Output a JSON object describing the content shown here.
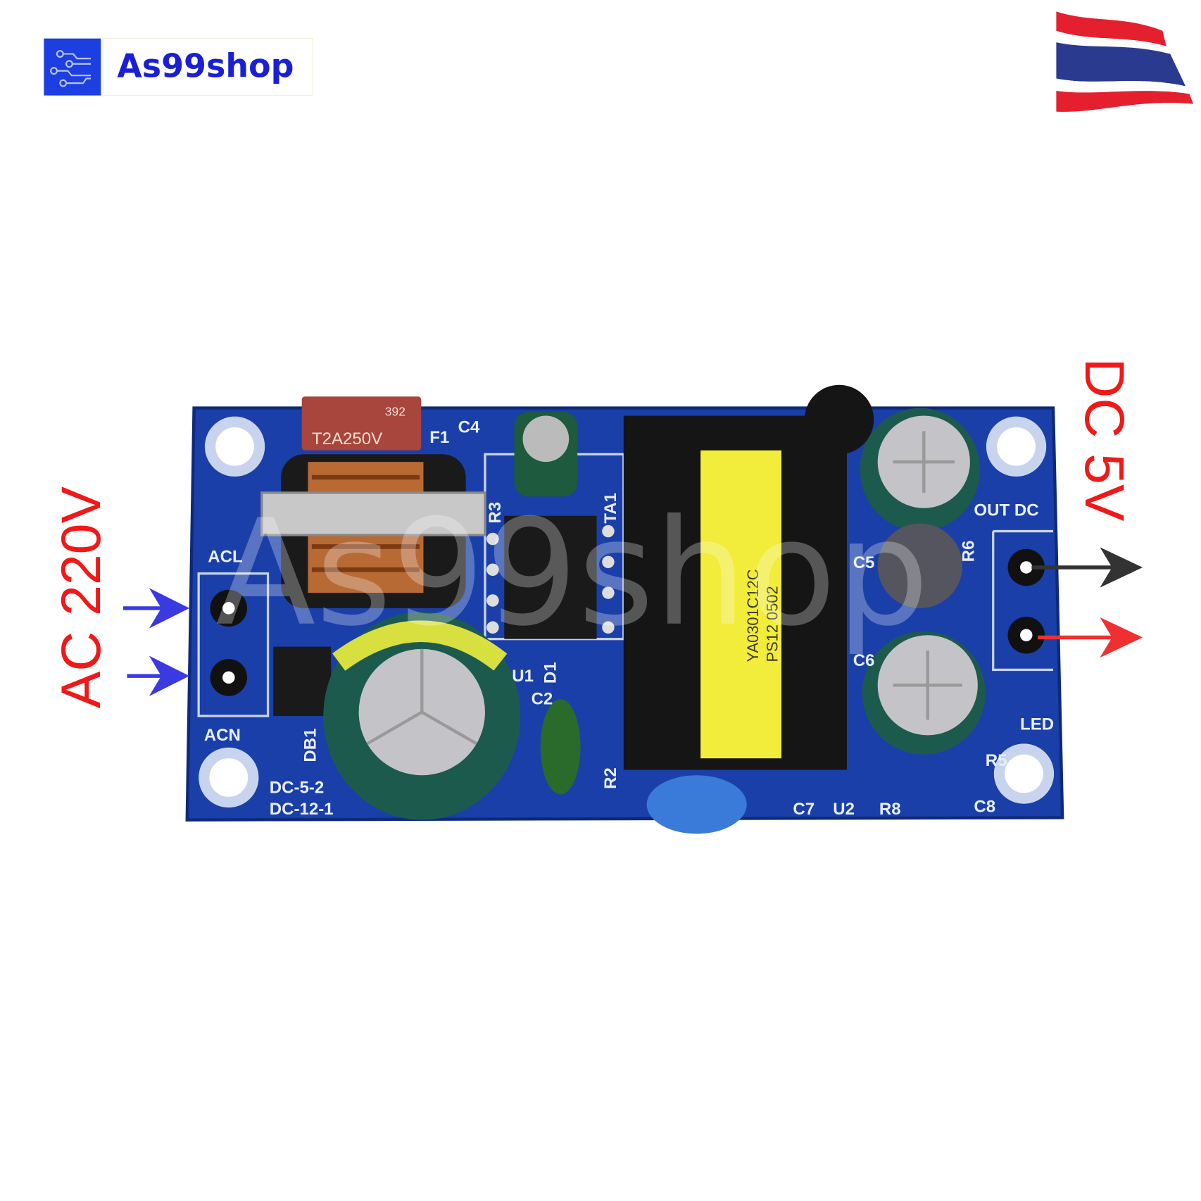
{
  "logo": {
    "text": "As99shop",
    "icon": "circuit-traces-icon",
    "brand_color": "#1a1fd6"
  },
  "flag": {
    "name": "thailand-flag",
    "colors": [
      "#e4202f",
      "#ffffff",
      "#2a3a8f"
    ]
  },
  "labels": {
    "input": "AC 220V",
    "output": "DC 5V",
    "label_color": "#f01818",
    "input_arrow_color": "#3a3ae0",
    "output_arrow_colors": [
      "#333333",
      "#f03030"
    ]
  },
  "watermark": "As99shop",
  "board": {
    "pcb_color": "#1a3fa8",
    "fuse_text": "T2A250V",
    "fuse_mark": "392",
    "transformer_text": [
      "YA0301C12C",
      "PS12 0502"
    ],
    "silkscreen": [
      "ACL",
      "ACN",
      "F1",
      "C4",
      "TA1",
      "R3",
      "U1",
      "D1",
      "C2",
      "R2",
      "DB1",
      "DC-5-2",
      "DC-12-1",
      "C5",
      "C6",
      "C7",
      "U2",
      "R8",
      "C8",
      "R6",
      "R5",
      "LED",
      "OUT DC"
    ]
  }
}
